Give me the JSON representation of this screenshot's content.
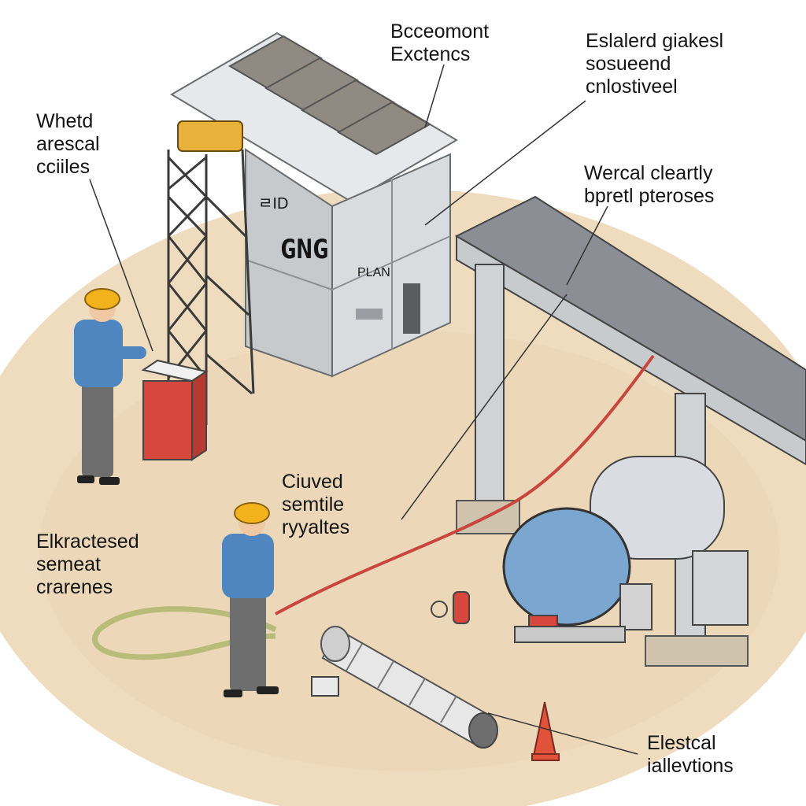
{
  "labels": {
    "top_center": "Bcceomont\nExctencs",
    "top_right": "Eslalerd giakesl\nsosueend\ncnlostiveel",
    "left": "Whetd\narescal\ncciiles",
    "right_middle": "Wercal cleartly\nbpretl pteroses",
    "center": "Ciuved\nsemtile\nryyaltes",
    "bottom_left": "Elkractesed\nsemeat\ncrarenes",
    "bottom_right": "Elestcal\niallevtions"
  },
  "building": {
    "sign_top": "ㄹΙD",
    "sign_main": "GNG",
    "sign_small": "PLAN"
  },
  "colors": {
    "ground": "#efdcbf",
    "building_wall": "#d9dcdf",
    "building_roof": "#e6e8ea",
    "solar_panel": "#8f8a82",
    "tower_yellow": "#e8b23a",
    "red_cabinet": "#d7473d",
    "helmet": "#f2b21c",
    "worker_shirt": "#4f86c0",
    "worker_pants": "#6e6e6e",
    "conveyor_frame": "#c8cbce",
    "conveyor_belt": "#8b8f95",
    "tank_blue": "#7aa6cf",
    "tank_silver": "#d9dde2",
    "cable_red": "#c8463d",
    "hose_green": "#b9bb78",
    "cone_orange": "#e0523a"
  }
}
